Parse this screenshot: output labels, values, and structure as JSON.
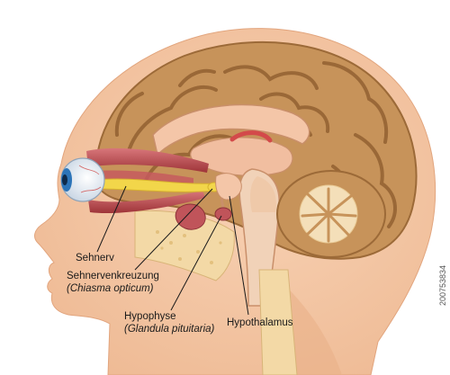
{
  "labels": {
    "sehnerv": "Sehnerv",
    "chiasma": "Sehnervenkreuzung",
    "chiasma_latin": "(Chiasma opticum)",
    "hypophyse": "Hypophyse",
    "hypophyse_latin": "(Glandula pituitaria)",
    "hypothalamus": "Hypothalamus"
  },
  "watermark": "200753834",
  "colors": {
    "skin": "#f6c9a6",
    "skin_shadow": "#e9b089",
    "brain": "#c7935a",
    "brain_dark": "#9c6a38",
    "nerve": "#f2d64a",
    "muscle": "#b7474a",
    "pituitary": "#c0545a",
    "iris": "#2c74b8",
    "cerebellum": "#f4dfb9"
  }
}
